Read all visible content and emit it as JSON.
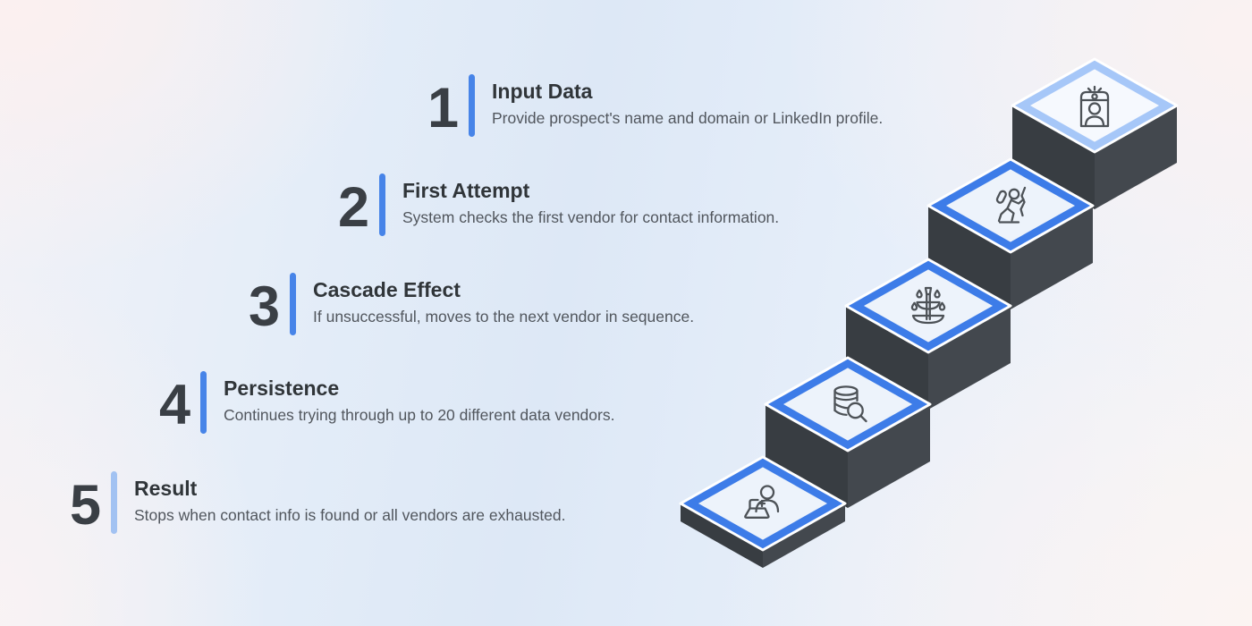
{
  "steps": [
    {
      "number": "1",
      "title": "Input Data",
      "description": "Provide prospect's name and domain or LinkedIn profile.",
      "icon": "contact-card-icon"
    },
    {
      "number": "2",
      "title": "First Attempt",
      "description": "System checks the first vendor for contact information.",
      "icon": "climber-icon"
    },
    {
      "number": "3",
      "title": "Cascade Effect",
      "description": "If unsuccessful, moves to the next  vendor in sequence.",
      "icon": "fountain-icon"
    },
    {
      "number": "4",
      "title": "Persistence",
      "description": "Continues trying through up to 20 different data vendors.",
      "icon": "database-search-icon"
    },
    {
      "number": "5",
      "title": "Result",
      "description": "Stops when contact info is found or all vendors are exhausted.",
      "icon": "person-laptop-plus-icon"
    }
  ],
  "colors": {
    "accent_bar_blue": "#4784e8",
    "accent_bar_light": "#a2c2f2",
    "stair_border_blue": "#3d7ce8",
    "stair_border_light": "#a6c7f8",
    "tile_fill": "#edf3fb",
    "tile_fill_top": "#f6f9fe",
    "prism_left": "#383d42",
    "prism_right": "#43484e",
    "outline_white": "#ffffff",
    "number_color": "#3a3f45",
    "title_color": "#303539",
    "desc_color": "#51565d"
  }
}
